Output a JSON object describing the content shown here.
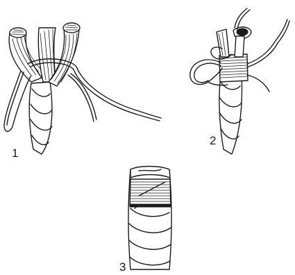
{
  "figure": {
    "steps": [
      {
        "label": "1",
        "icon": "rope-untwisted-strands-with-whipping-loop"
      },
      {
        "label": "2",
        "icon": "rope-whipping-turns-applied-with-ends"
      },
      {
        "label": "3",
        "icon": "rope-finished-whipping"
      }
    ],
    "colors": {
      "ink": "#1a1a1a",
      "background": "#ffffff"
    }
  }
}
